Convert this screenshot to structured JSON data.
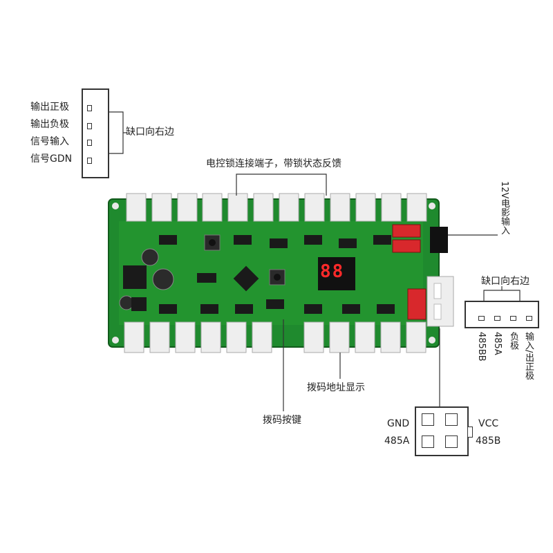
{
  "left_connector": {
    "pins": [
      "输出正极",
      "输出负极",
      "信号输入",
      "信号GDN"
    ],
    "notch_label": "缺口向右边"
  },
  "top_label": "电控锁连接端子，带锁状态反馈",
  "power_label": "12V电影输入",
  "right_connector": {
    "notch_label": "缺口向右边",
    "pins": [
      "485BB",
      "485A",
      "负极",
      "输入/出正极"
    ]
  },
  "dip_display_label": "拨码地址显示",
  "dip_button_label": "拨码按键",
  "plug": {
    "gnd": "GND",
    "a485": "485A",
    "vcc": "VCC",
    "b485": "485B"
  },
  "display_digits": "88",
  "colors": {
    "pcb": "#1f8a2e",
    "pcb_dark": "#146b21",
    "connector": "#eeeeee",
    "red_connector": "#d8282c",
    "segment": "#ff2a2a"
  }
}
